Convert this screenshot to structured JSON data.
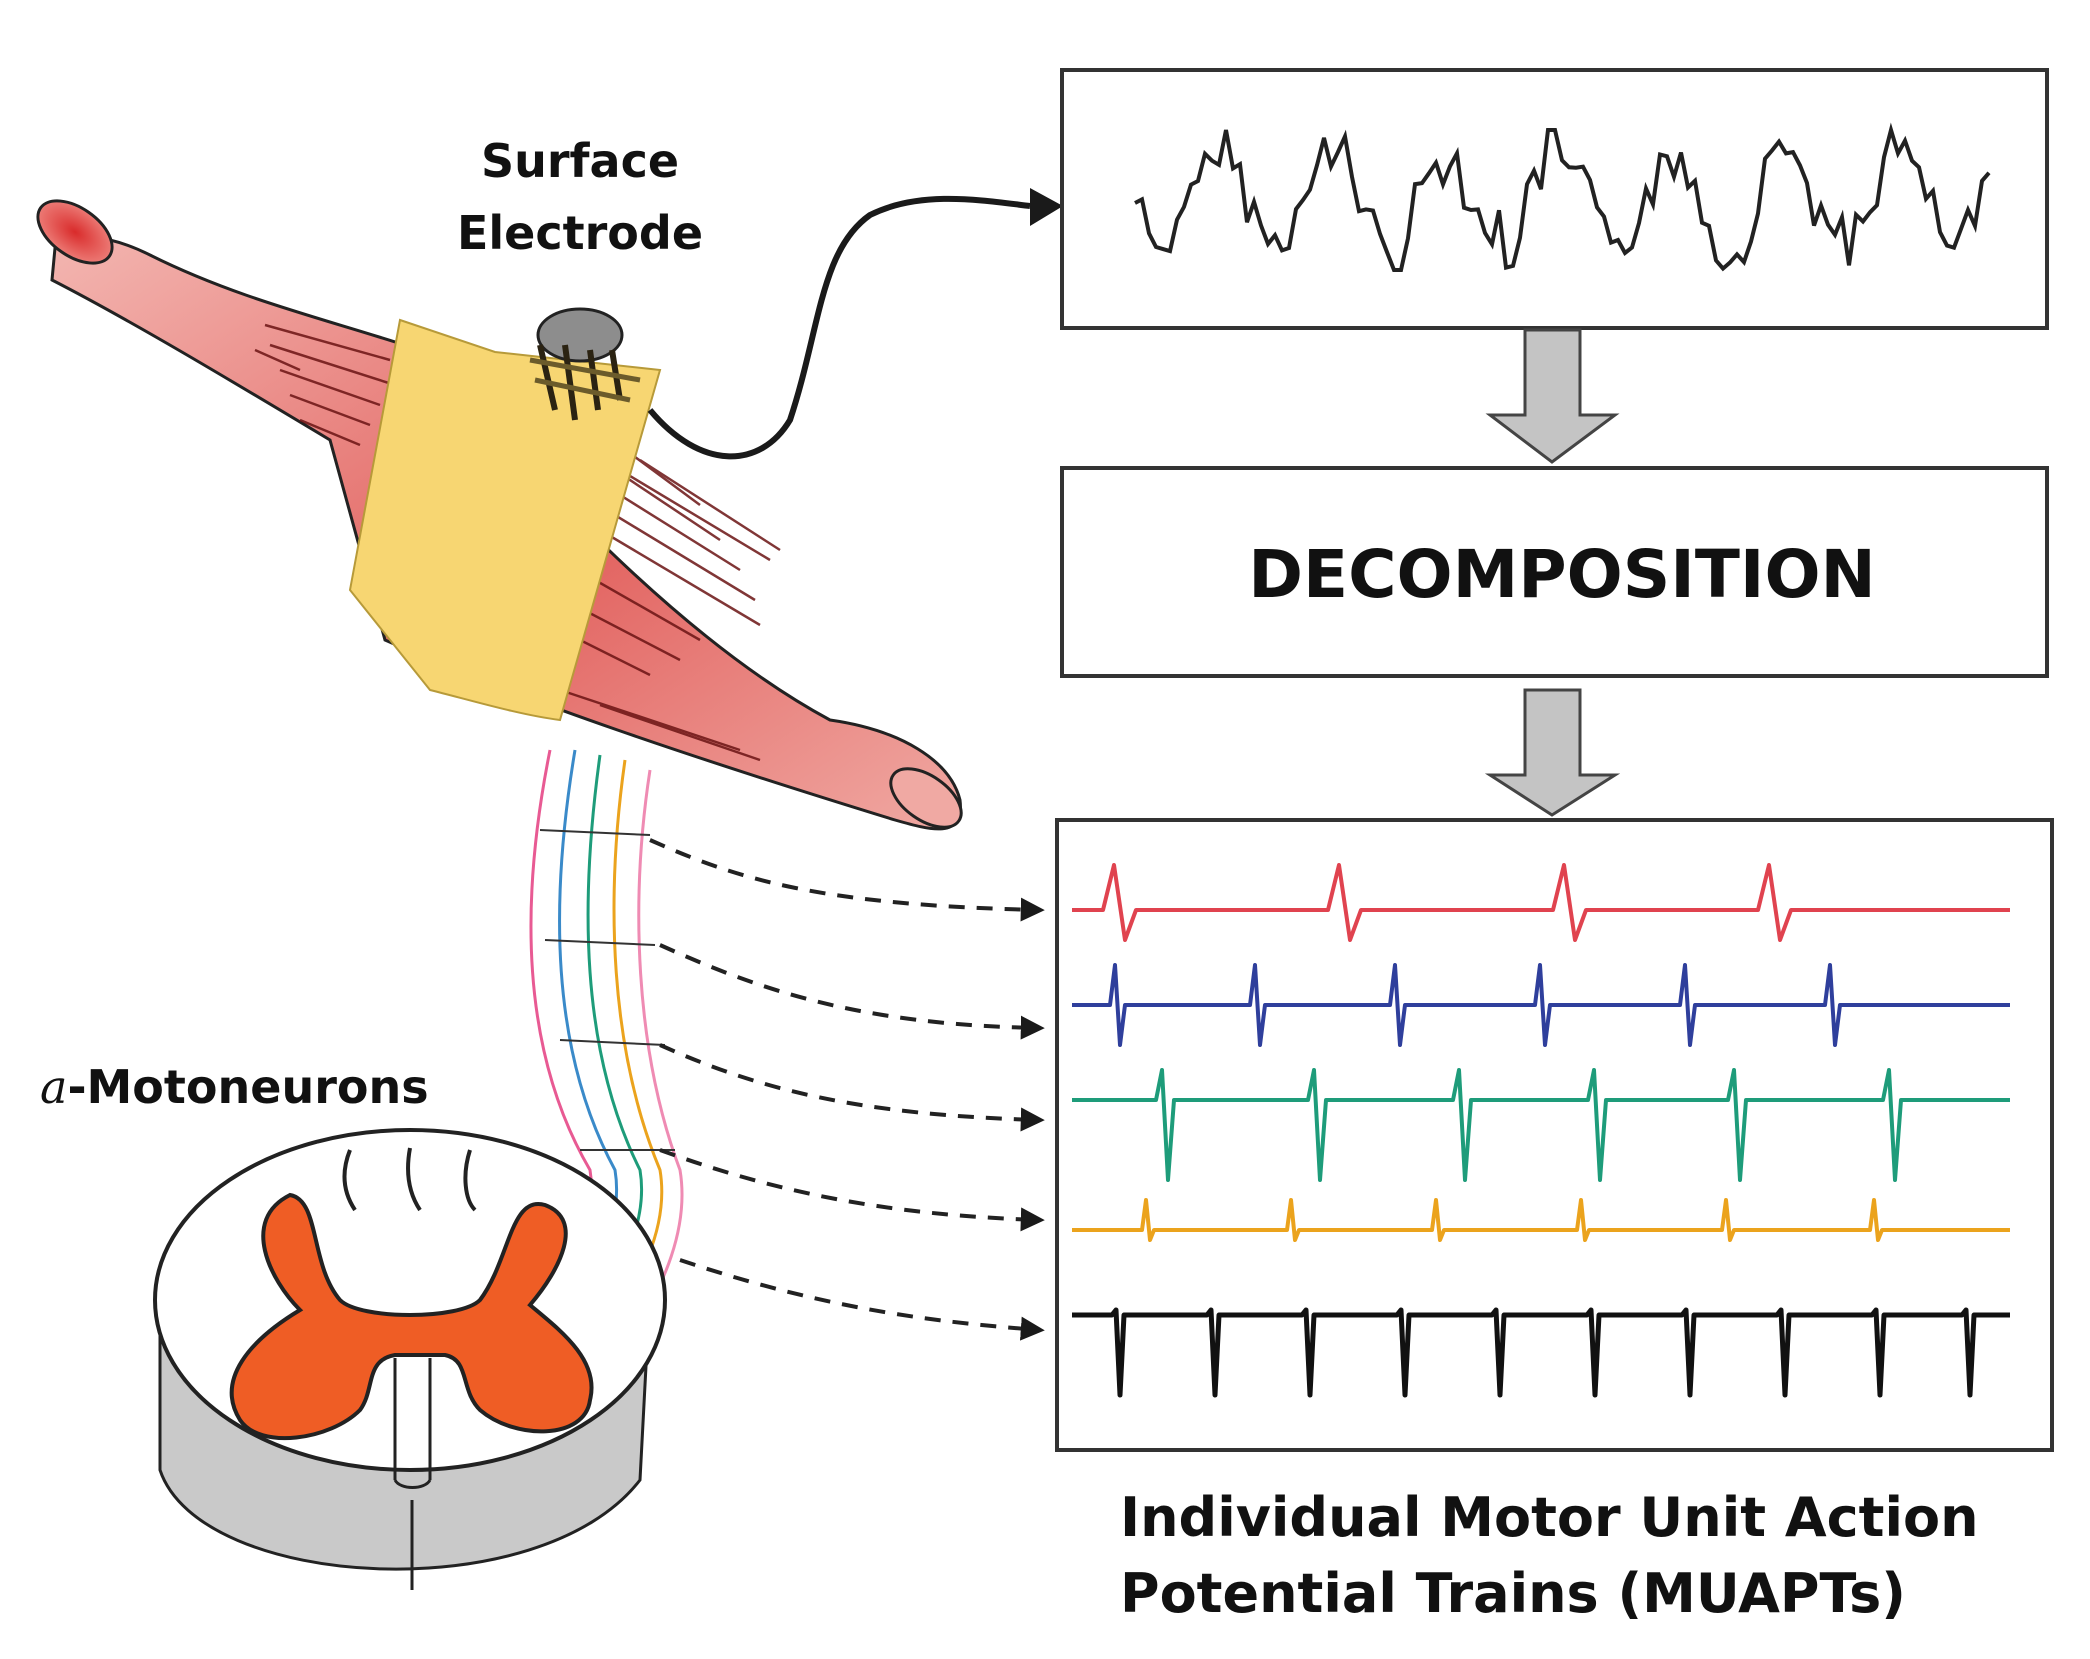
{
  "labels": {
    "surface_electrode": [
      "Surface",
      "Electrode"
    ],
    "motoneurons_symbol": "a",
    "motoneurons_text": "-Motoneurons",
    "decomposition": "DECOMPOSITION",
    "muapts": [
      "Individual Motor Unit Action",
      "Potential Trains (MUAPTs)"
    ]
  },
  "colors": {
    "muscle": "#e2625f",
    "band": "#f7d672",
    "gray_matter": "#ef5d25",
    "train_red": "#e0434f",
    "train_blue": "#2f3f9c",
    "train_green": "#1e9c7a",
    "train_yellow": "#eba31d",
    "train_black": "#111111",
    "arrow_fill": "#c4c4c4"
  },
  "icons": [
    "muscle-illustration",
    "surface-electrode-icon",
    "spinal-cord-illustration",
    "down-arrow-icon",
    "dashed-arrow-icon"
  ]
}
